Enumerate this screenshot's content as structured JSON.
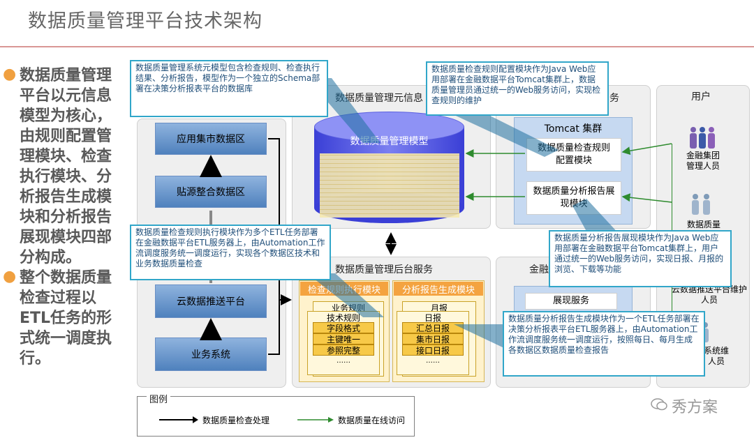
{
  "title": "数据质量管理平台技术架构",
  "sidebar_text": {
    "bullet1": "数据质量管理平台以元信息模型为核心，由规则配置管理模块、检查执行模块、分析报告生成模块和分析报告展现模块四部分构成。",
    "bullet2": "整个数据质量检查过程以ETL任务的形式统一调度执行。"
  },
  "left_column": {
    "box1": "应用集市数据区",
    "box2": "贴源整合数据区",
    "box3": "云数据推送平台",
    "box4": "业务系统"
  },
  "meta_panel": {
    "title": "数据质量管理元信息",
    "cylinder_label": "数据质量管理模型"
  },
  "web_panel": {
    "title_suffix": "务",
    "cluster_label": "Tomcat 集群",
    "module1": "数据质量检查规则配置模块",
    "module2": "数据质量分析报告展现模块"
  },
  "users_panel": {
    "title": "用户",
    "user1": "金融集团管理人员",
    "user2": "数据质量",
    "user3": "云数据推送平台维护人员",
    "user4": "系统维人员"
  },
  "backend_panel": {
    "title": "数据质量管理后台服务",
    "module_exec": "检查规则执行模块",
    "module_report": "分析报告生成模块",
    "exec_stack": [
      "业务规则",
      "技术规则"
    ],
    "exec_items": [
      "字段格式",
      "主键唯一",
      "参照完整"
    ],
    "report_stack": [
      "月报",
      "日报"
    ],
    "report_items": [
      "汇总日报",
      "集市日报",
      "接口日报"
    ],
    "ellipsis": "……"
  },
  "finance_panel": {
    "title_prefix": "金融",
    "service": "展现服务"
  },
  "callouts": {
    "c1": "数据质量管理系统元模型包含检查规则、检查执行结果、分析报告，模型作为一个独立的Schema部署在决策分析报表平台的数据库",
    "c2": "数据质量检查规则配置模块作为Java Web应用部署在金融数据平台Tomcat集群上，数据质量管理员通过统一的Web服务访问，实现检查规则的维护",
    "c3": "数据质量检查规则执行模块作为多个ETL任务部署在金融数据平台ETL服务器上，由Automation工作流调度服务统一调度运行，实现各个数据区技术和业务数据质量检查",
    "c4": "数据质量分析报告展现模块作为Java Web应用部署在金融数据平台Tomcat集群上，用户通过统一的Web服务访问，实现日报、月报的浏览、下载等功能",
    "c5": "数据质量分析报告生成模块作为一个ETL任务部署在决策分析报表平台ETL服务器上，由Automation工作流调度服务统一调度运行，按照每日、每月生成各数据区数据质量检查报告"
  },
  "legend": {
    "title": "图例",
    "item1": "数据质量检查处理",
    "item2": "数据质量在线访问"
  },
  "watermark": "秀方案",
  "colors": {
    "callout_border": "#31a6c9",
    "callout_text": "#1f4e79",
    "blue_box": "#4f81bd",
    "orange_header": "#f4a340",
    "bullet": "#f0a040",
    "online_arrow": "#2e8b2e"
  }
}
